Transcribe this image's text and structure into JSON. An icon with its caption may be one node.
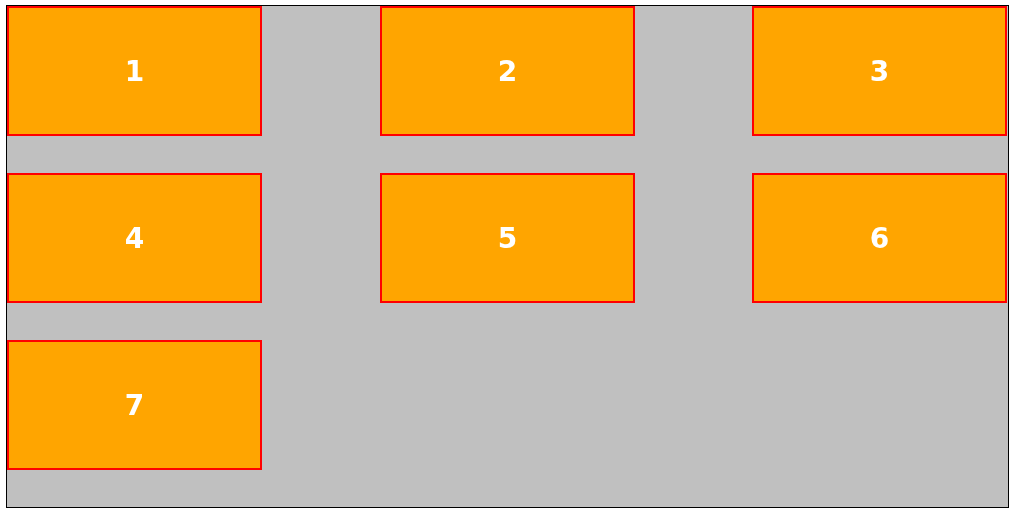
{
  "diagram": {
    "nodes": [
      {
        "text": [],
        "shape": "box"
      },
      {
        "text": [
          "1"
        ],
        "in": 0
      },
      {
        "text": [
          "2"
        ],
        "in": 0
      },
      {
        "text": [
          "3"
        ],
        "in": 0
      },
      {
        "text": [
          "4"
        ],
        "in": 0
      },
      {
        "text": [
          "5"
        ],
        "in": 0
      },
      {
        "text": [
          "6"
        ],
        "in": 0
      },
      {
        "text": [
          "7"
        ],
        "in": 0
      }
    ]
  }
}
